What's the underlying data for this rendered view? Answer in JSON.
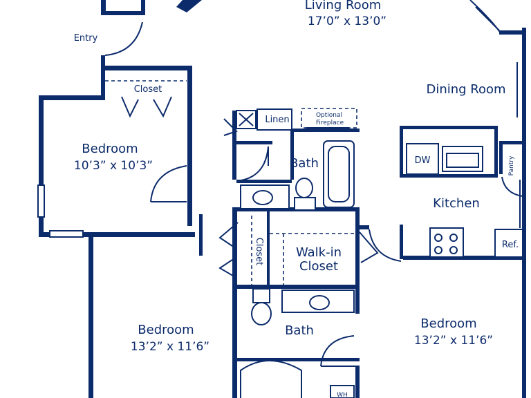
{
  "rooms": {
    "living": {
      "name": "Living Room",
      "size": "17’0” x 13’0”"
    },
    "entry": {
      "name": "Entry"
    },
    "dining": {
      "name": "Dining Room"
    },
    "bedroom_a": {
      "name": "Bedroom",
      "size": "10’3” x 10’3”"
    },
    "bedroom_b": {
      "name": "Bedroom",
      "size": "13’2” x 11’6”"
    },
    "bedroom_c": {
      "name": "Bedroom",
      "size": "13’2” x 11’6”"
    },
    "kitchen": {
      "name": "Kitchen"
    },
    "bath_1": {
      "name": "Bath"
    },
    "bath_2": {
      "name": "Bath"
    },
    "walkin": {
      "line1": "Walk-in",
      "line2": "Closet"
    }
  },
  "labels": {
    "closet_top": "Closet",
    "closet_vertical": "Closet",
    "linen": "Linen",
    "fireplace_line1": "Optional",
    "fireplace_line2": "Fireplace",
    "dw": "DW",
    "pantry": "Pantry",
    "ref": "Ref.",
    "wh": "WH"
  },
  "colors": {
    "wall": "#0c2b6b",
    "background": "#ffffff"
  }
}
